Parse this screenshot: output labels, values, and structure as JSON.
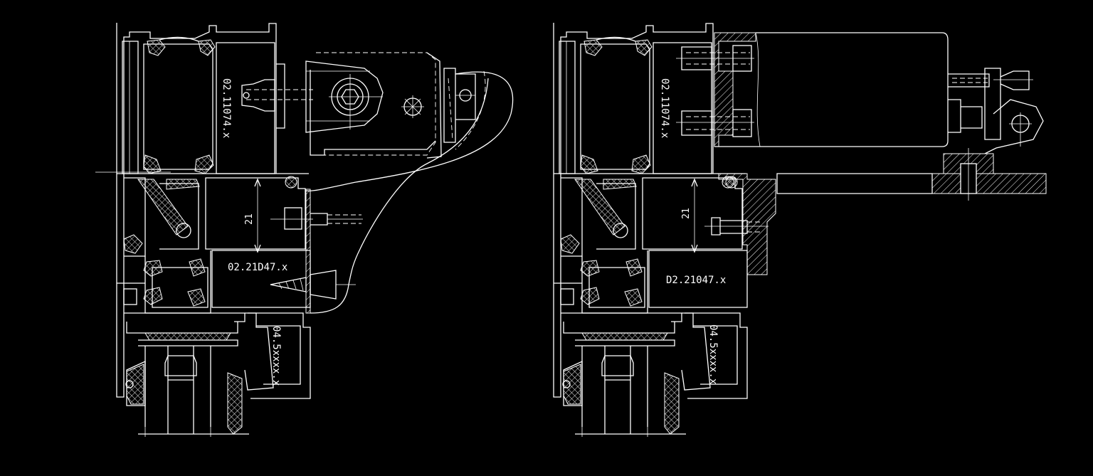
{
  "drawing": {
    "left": {
      "profile_upper_label": "02.11074.x",
      "profile_lower_label": "02.21D47.x",
      "profile_bottom_label": "04.5xxxx.x",
      "dimension_label": "21"
    },
    "right": {
      "profile_upper_label": "02.11074.x",
      "profile_lower_label": "D2.21047.x",
      "profile_bottom_label": "04.5xxxx.x",
      "dimension_label": "21"
    },
    "colors": {
      "background": "#000000",
      "line": "#ffffff"
    }
  }
}
